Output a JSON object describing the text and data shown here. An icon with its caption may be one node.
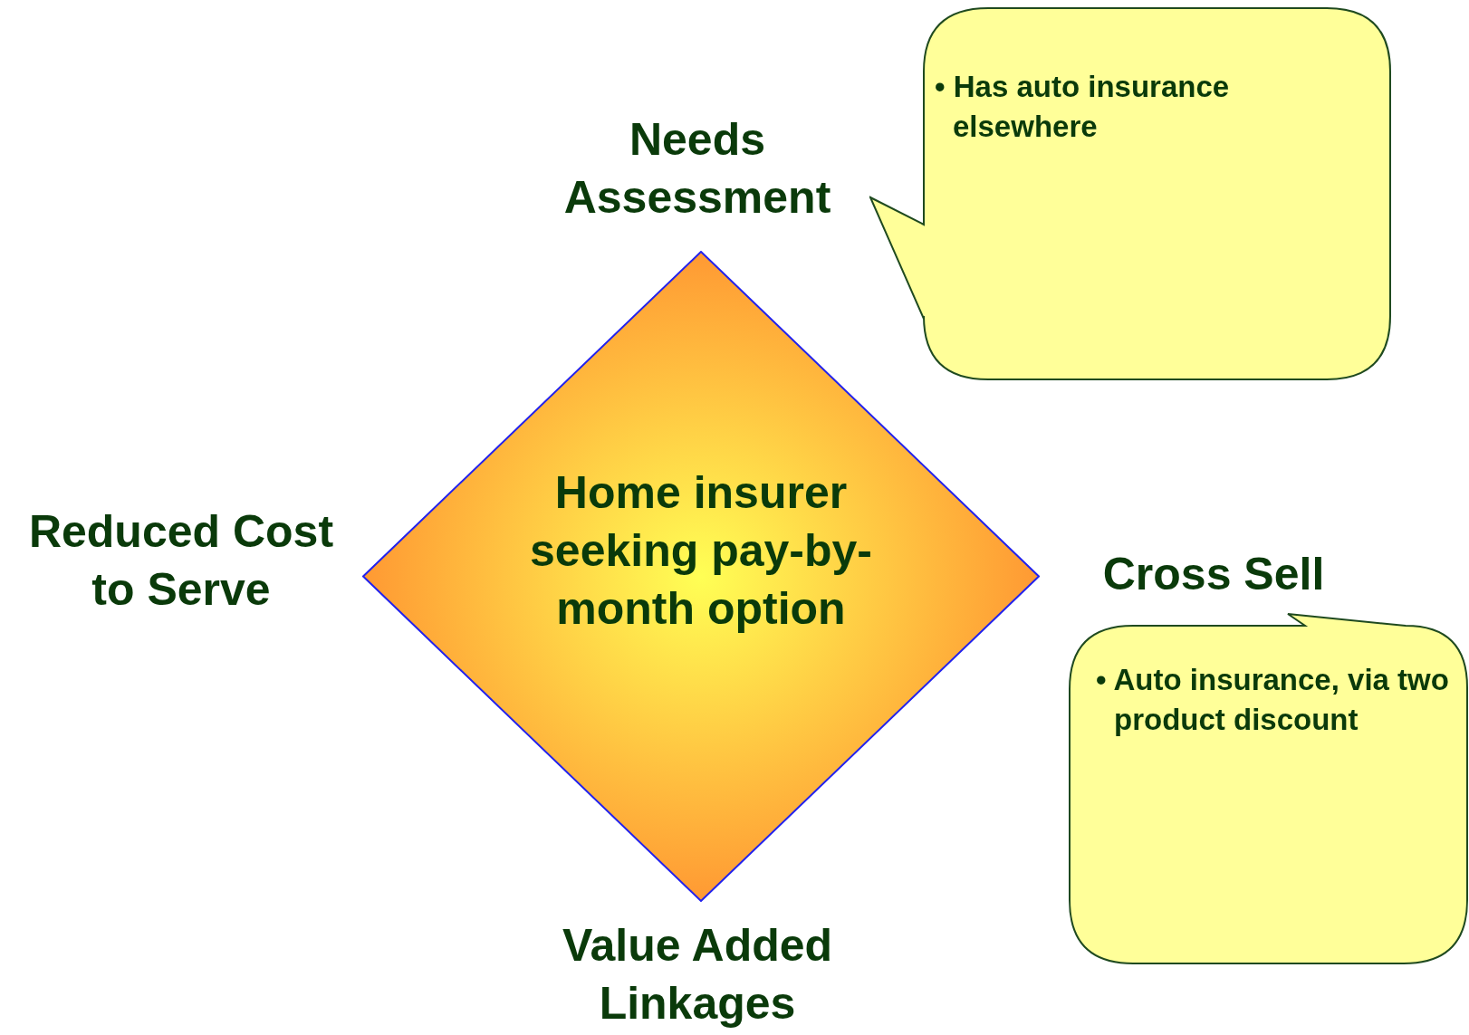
{
  "diagram": {
    "nodes": [
      {
        "text": [
          "Home insurer seeking pay-by-month option"
        ]
      },
      {
        "text": [
          "• Has auto insurance elsewhere"
        ]
      },
      {
        "text": [
          "• Auto insurance, via two product discount"
        ]
      }
    ],
    "edges": [],
    "labels": [
      "Needs Assessment",
      "Reduced Cost to Serve",
      "Cross Sell",
      "Value Added Linkages"
    ]
  }
}
